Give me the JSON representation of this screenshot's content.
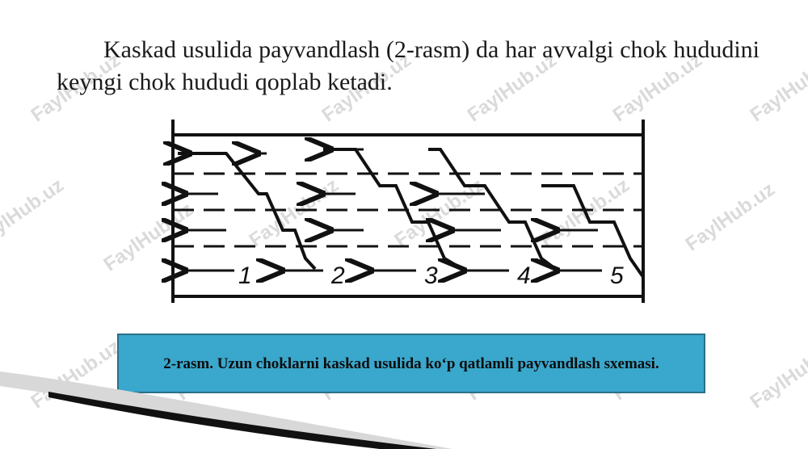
{
  "paragraph": "Kaskad usulida payvandlash (2-rasm) da har avvalgi chok hududini keyngi chok hududi qoplab ketadi.",
  "watermark": "FaylHub.uz",
  "figure": {
    "labels": [
      "1",
      "2",
      "3",
      "4",
      "5"
    ],
    "colors": {
      "line": "#111111"
    }
  },
  "caption": "2-rasm. Uzun choklarni kaskad usulida ko‘p qatlamli payvandlash sxemasi.",
  "colors": {
    "caption_bg": "#3aa7cc",
    "text": "#1a1a1a"
  }
}
